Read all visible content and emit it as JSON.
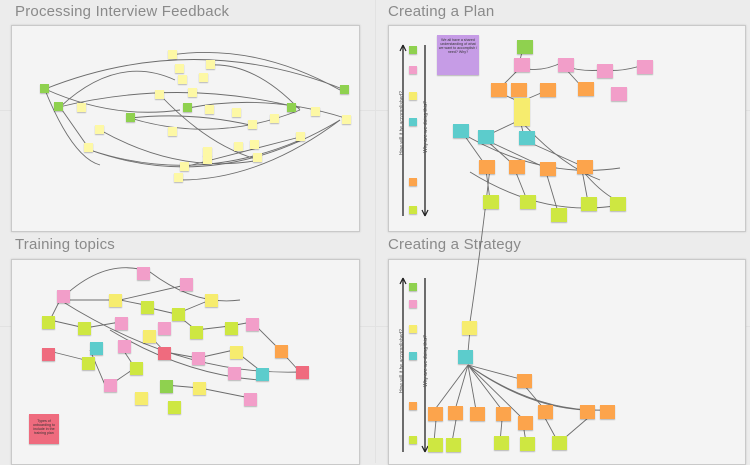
{
  "board": {
    "frames": [
      {
        "title": "Processing Interview Feedback"
      },
      {
        "title": "Creating a Plan"
      },
      {
        "title": "Training topics"
      },
      {
        "title": "Creating a Strategy"
      }
    ],
    "plan": {
      "axis_left": "How will it be accomplished?",
      "axis_right": "Why are we doing this?",
      "top_note": "We all have a shared understanding of what we want to accomplish / need? Why?"
    },
    "strategy": {
      "axis_left": "How will it be accomplished?",
      "axis_right": "Why are we doing this?"
    },
    "training": {
      "bottom_note": "Types of onboarding to include in the training plan"
    }
  },
  "colors": {
    "yellow": "#f6ec6e",
    "lightyellow": "#fdf8a5",
    "green": "#8fd14f",
    "lightgreen": "#cee741",
    "orange": "#fca44c",
    "pink": "#f29ec9",
    "red": "#ef6b7e",
    "teal": "#5ccccc",
    "violet": "#c69ce6",
    "connector": "#6c6c6c"
  }
}
